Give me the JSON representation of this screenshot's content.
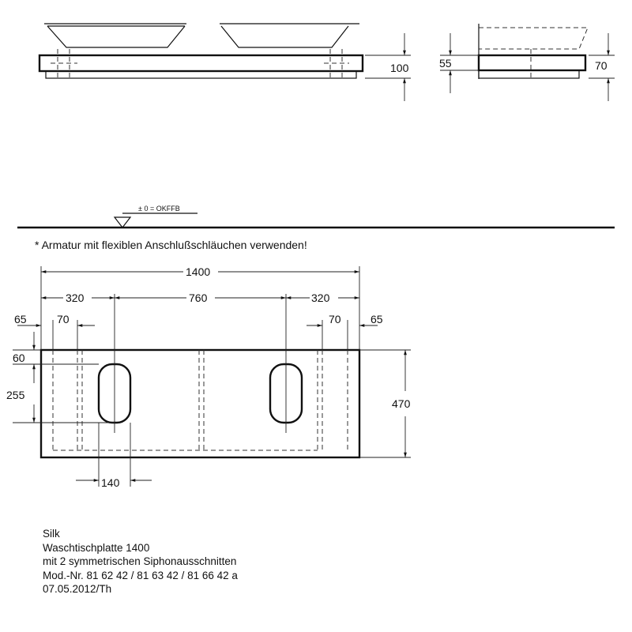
{
  "side_view": {
    "height_label": "100"
  },
  "end_view": {
    "height_top_label": "55",
    "height_side_label": "70"
  },
  "floor_reference": {
    "label": "± 0 = OKFFB"
  },
  "note": "* Armatur mit flexiblen Anschlußschläuchen verwenden!",
  "plan_view": {
    "total_width": "1400",
    "left_segment": "320",
    "middle_segment": "760",
    "right_segment": "320",
    "left_edge_offset": "65",
    "left_inner_offset": "70",
    "right_inner_offset": "70",
    "right_edge_offset": "65",
    "top_offset": "60",
    "cutout_height": "255",
    "cutout_width": "140",
    "depth": "470"
  },
  "caption": {
    "line1": "Silk",
    "line2": "Waschtischplatte 1400",
    "line3": "mit 2 symmetrischen Siphonausschnitten",
    "line4": "Mod.-Nr. 81 62 42 / 81 63 42 / 81 66 42 a",
    "line5": "07.05.2012/Th"
  }
}
